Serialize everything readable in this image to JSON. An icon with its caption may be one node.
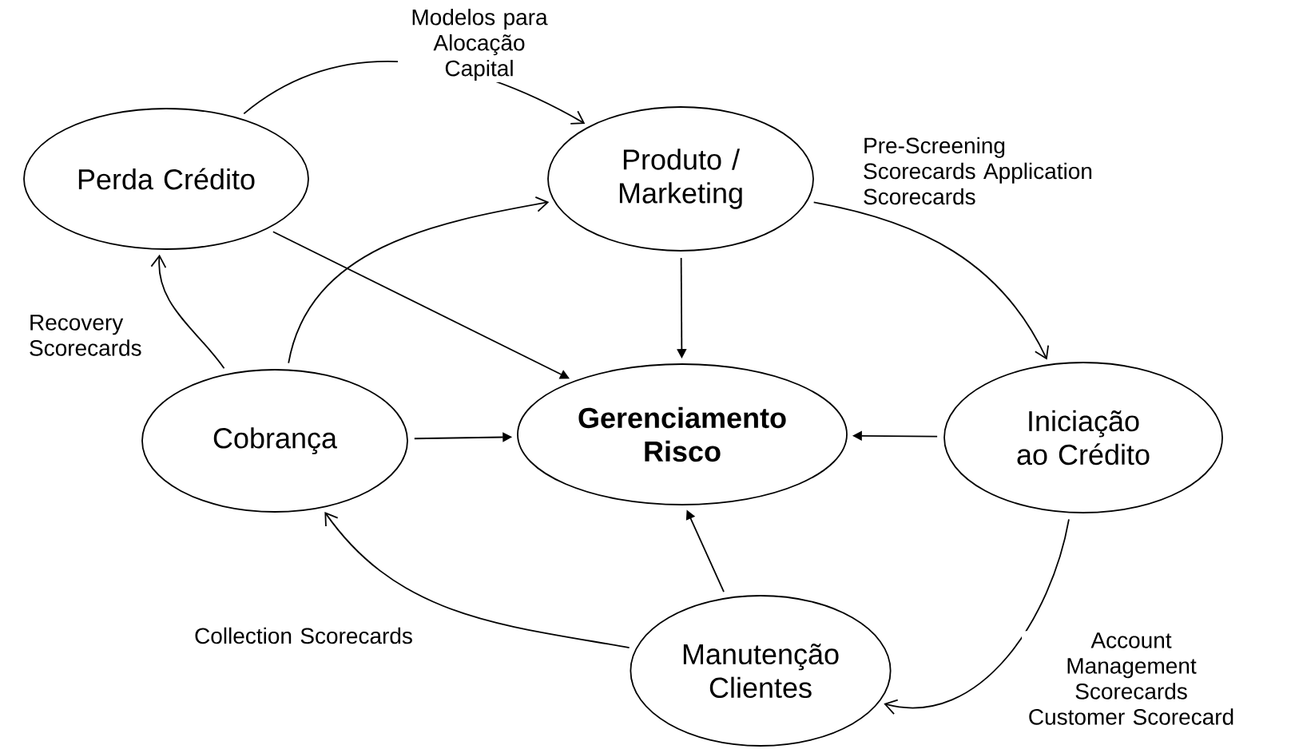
{
  "diagram": {
    "nodes": [
      {
        "text": [
          "Perda Crédito"
        ]
      },
      {
        "text": [
          "Produto / Marketing"
        ]
      },
      {
        "text": [
          "Gerenciamento Risco"
        ]
      },
      {
        "text": [
          "Cobrança"
        ]
      },
      {
        "text": [
          "Iniciação ao Crédito"
        ]
      },
      {
        "text": [
          "Manutenção Clientes"
        ]
      }
    ],
    "edges": [
      {
        "from": 0,
        "to": 1,
        "arrow": "to",
        "label": "Modelos para Alocação Capital"
      },
      {
        "from": 1,
        "to": 4,
        "arrow": "to",
        "label": "Pre-Screening Scorecards Application Scorecards"
      },
      {
        "from": 4,
        "to": 5,
        "arrow": "to",
        "label": "Account Management Scorecards Customer Scorecard"
      },
      {
        "from": 5,
        "to": 3,
        "arrow": "to",
        "label": "Collection Scorecards"
      },
      {
        "from": 3,
        "to": 0,
        "arrow": "to",
        "label": "Recovery Scorecards"
      },
      {
        "from": 3,
        "to": 1,
        "arrow": "to"
      },
      {
        "from": 0,
        "to": 2,
        "arrow": "to"
      },
      {
        "from": 1,
        "to": 2,
        "arrow": "to"
      },
      {
        "from": 3,
        "to": 2,
        "arrow": "to"
      },
      {
        "from": 4,
        "to": 2,
        "arrow": "to"
      },
      {
        "from": 5,
        "to": 2,
        "arrow": "to"
      }
    ]
  }
}
